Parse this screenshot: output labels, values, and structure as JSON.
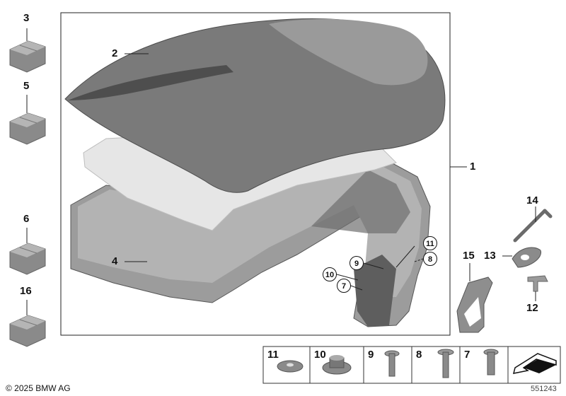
{
  "callouts": {
    "c1": "1",
    "c2": "2",
    "c3": "3",
    "c4": "4",
    "c5": "5",
    "c6": "6",
    "c12": "12",
    "c13": "13",
    "c14": "14",
    "c15": "15",
    "c16": "16"
  },
  "circled": {
    "c7": "7",
    "c8": "8",
    "c9": "9",
    "c10": "10",
    "c11": "11"
  },
  "strip": {
    "s11": "11",
    "s10": "10",
    "s9": "9",
    "s8": "8",
    "s7": "7"
  },
  "copyright": "© 2025 BMW AG",
  "diagram_id": "551243"
}
